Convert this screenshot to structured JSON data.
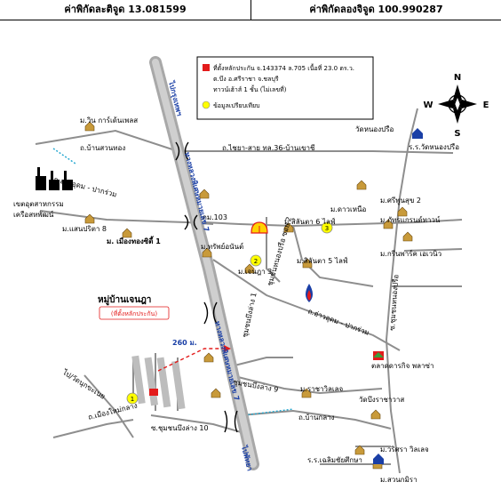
{
  "header": {
    "lat_label": "ค่าพิกัดละติจูด 13.081599",
    "lon_label": "ค่าพิกัดลองจิจูด 100.990287"
  },
  "legend": {
    "line1": "ที่ตั้งหลักประกัน จ.143374 ล.705 เนื้อที่ 23.0 ตร.ว.",
    "line2": "ต.บึง อ.ศรีราชา จ.ชลบุรี",
    "line3": "ทาวน์เฮ้าส์ 1 ชั้น (ไม่เลขที่)",
    "line4": "ข้อมูลเปรียบเทียบ",
    "color_property": "#e31b1b",
    "color_compare": "#ffff00"
  },
  "compass": {
    "n": "N",
    "s": "S",
    "e": "E",
    "w": "W"
  },
  "labels": {
    "to_bangkok": "ไปกรุงเทพฯ",
    "to_pattaya": "ไปพัทยา",
    "to_wat_kok_ket": "ไป/วัดนุกขะเนย",
    "hw7_a": "ทางหลวงพิเศษหมายเลข 7",
    "hw7_b": "ทางหลวงพิเศษหมายเลข 7",
    "win_garden": "ม.วิน การ์เด้นเพลส",
    "rd_ban_suan_thong": "ถ.บ้านสวนทอง",
    "rd_sai_hua_36": "ถ.ไชยา-สาย ทล.36-บ้านเขาชี",
    "wat_nong_prue": "วัดหนองปรือ",
    "school_wat_nong_prue": "ร.ร.วัดหนองปรือ",
    "rd_ao_udom_1": "ถ.อ่าวอุดม - ปากร่วม",
    "industrial_estate": "เขตอุตสาหกรรม",
    "industrial_estate_2": "เครือสหพัฒน์",
    "km103": "กม.103",
    "saenpirom": "ม.แสนปริตา 8",
    "mueang_thong": "ม. เมืองทองซิตี้ 1",
    "srisuk": "ม.ศรีพูนสุข 2",
    "dao_nuea": "ม.ดาวเหนือ",
    "sila_6": "ม.สิลันตา 6 ไลฟ์",
    "soi_2": "ชุมชนหนองปรือ ซอย 2",
    "pattaradee": "ม.ภัทรแกรนด์ทาวน์",
    "green_park": "ม.กรีนพาร์ค เอเวนิว",
    "cherry_land": "ม.ทรัพย์อนันต์",
    "jenjira_3": "ม.เจนฎา 3",
    "sila_5": "ม.สิลันตา 5 ไลฟ์",
    "soi_1": "ชุมชนบึงล่าง 1",
    "soi_nong_prue": "ซ.ชุมชนหนองปรือ",
    "rd_ao_udom_2": "ถ.อ่าวอุดม - ปากร่วม",
    "village_title": "หมู่บ้านเจนฎา",
    "village_sub": "(ที่ตั้งหลักประกัน)",
    "distance": "260 ม.",
    "soi_bueng_9": "ชุมชนบึงล่าง 9",
    "ratchawadee": "ม.ราชาวิลเลจ",
    "market": "ตลาดดารกิจ พลาซ่า",
    "wat_rachawat": "วัดบึงราชาวาส",
    "ban_nong_klang": "ถ.บ้านกลาง",
    "rd_mueang_klang": "ถ.เมืองใหม่กลาง",
    "soi_bueng_10": "ซ.ชุมชนบึงล่าง 10",
    "rachata": "ม.วริศรา วิลเลจ",
    "school_chalerm": "ร.ร.เฉลิมชัยศึกษา",
    "suan_mon": "ม.สวนกมิรา",
    "cmp1": "1",
    "cmp2": "2",
    "cmp3": "3"
  }
}
